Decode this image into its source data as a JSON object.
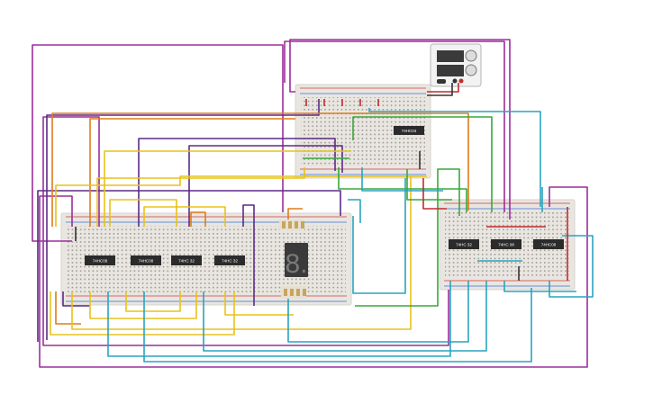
{
  "colors": {
    "board": "#e9e6e1",
    "board_edge": "#d7d3cc",
    "rail_red": "#d23b3b",
    "rail_blue": "#3b6fd2",
    "chip": "#2b2b2b",
    "chip_text": "#ffffff",
    "wire_purple": "#9a2f9a",
    "wire_orange": "#e07b1a",
    "wire_yellow": "#e8c21a",
    "wire_green": "#39a83a",
    "wire_teal": "#2aa3c0",
    "wire_darkpurple": "#5b2b86",
    "wire_red": "#c42a2a",
    "wire_black": "#333333",
    "seg_display": "#3a3a3a",
    "seg_lit": "#7a7a7a"
  },
  "power_supply": {
    "name": "power-supply",
    "icons": [
      "power-display-icon",
      "power-knob-icon"
    ]
  },
  "chips": {
    "top_board": [
      "74HC04"
    ],
    "main_board": [
      "74HC08",
      "74HC08",
      "74HC 32",
      "74HC 32"
    ],
    "right_board": [
      "74HC 32",
      "74HC 08",
      "74HC08"
    ]
  },
  "seven_segment": {
    "digit": "8."
  }
}
